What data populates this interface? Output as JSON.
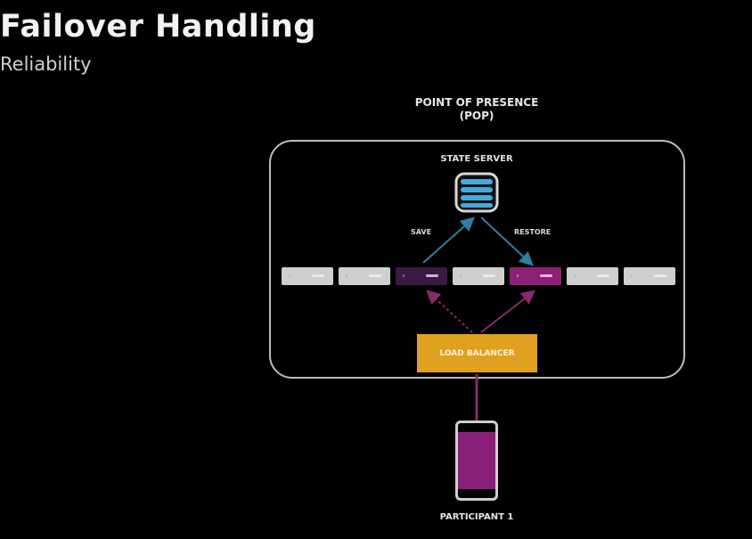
{
  "header": {
    "title": "Failover Handling",
    "subtitle": "Reliability"
  },
  "diagram": {
    "pop_label_line1": "POINT OF PRESENCE",
    "pop_label_line2": "(POP)",
    "state_server_label": "STATE SERVER",
    "save_label": "SAVE",
    "restore_label": "RESTORE",
    "load_balancer_label": "LOAD BALANCER",
    "participant_label": "PARTICIPANT 1",
    "servers": [
      {
        "state": "idle"
      },
      {
        "state": "idle"
      },
      {
        "state": "failed-previous"
      },
      {
        "state": "idle"
      },
      {
        "state": "active"
      },
      {
        "state": "idle"
      },
      {
        "state": "idle"
      }
    ],
    "colors": {
      "background": "#000000",
      "load_balancer": "#e0a020",
      "active_server": "#8e1f78",
      "previous_server": "#3a1a45",
      "database": "#4aa8d8",
      "arrow_state": "#2f7fa0",
      "arrow_client": "#8a2a6a"
    }
  }
}
